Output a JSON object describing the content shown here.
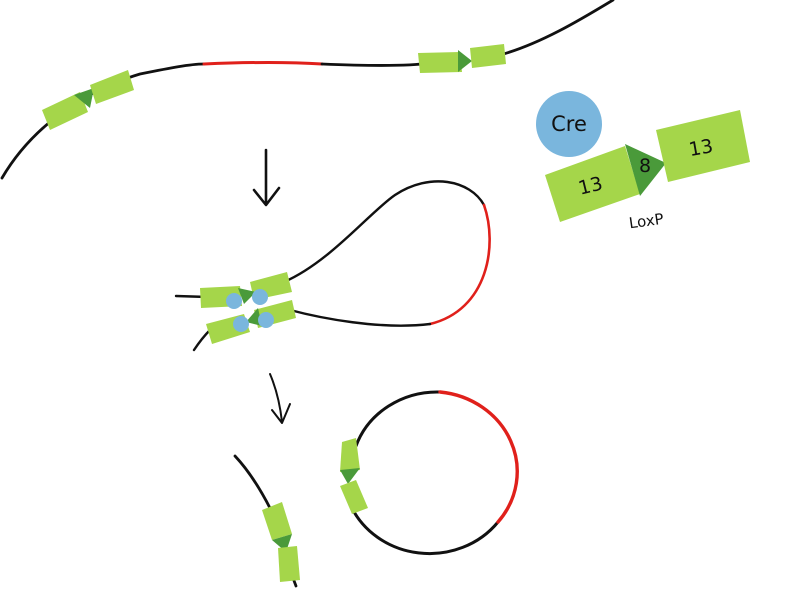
{
  "legend": {
    "cre_label": "Cre",
    "loxp_label": "LoxP",
    "left_arm_length": "13",
    "spacer_length": "8",
    "right_arm_length": "13"
  },
  "colors": {
    "dna": "#111111",
    "excised_segment": "#e0201b",
    "loxp_arm": "#a5d64a",
    "loxp_spacer": "#4a9a3a",
    "cre_protein": "#7ab6dd"
  }
}
